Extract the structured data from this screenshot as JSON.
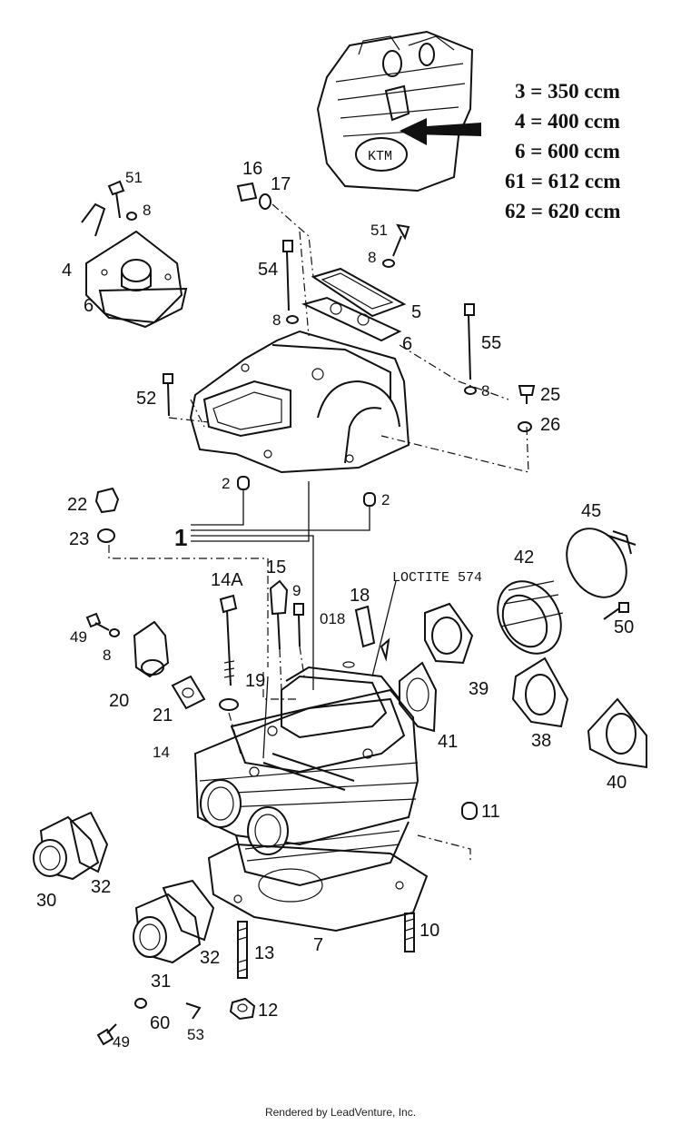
{
  "legend": [
    {
      "code": "3",
      "value": "350 ccm"
    },
    {
      "code": "4",
      "value": "400 ccm"
    },
    {
      "code": "6",
      "value": "600 ccm"
    },
    {
      "code": "61",
      "value": "612 ccm"
    },
    {
      "code": "62",
      "value": "620 ccm"
    }
  ],
  "note": "LOCTITE 574",
  "labels": {
    "p51a": "51",
    "p8a": "8",
    "p4a": "4",
    "p6a": "6",
    "p16": "16",
    "p17": "17",
    "p51b": "51",
    "p8b": "8",
    "p54": "54",
    "p5": "5",
    "p8c": "8",
    "p6b": "6",
    "p55": "55",
    "p8d": "8",
    "p52": "52",
    "p25": "25",
    "p26": "26",
    "p2a": "2",
    "p2b": "2",
    "p22": "22",
    "p23": "23",
    "p1": "1",
    "p45": "45",
    "p42": "42",
    "p14a": "14A",
    "p15": "15",
    "p9": "9",
    "p18": "18",
    "p018": "018",
    "p50": "50",
    "p49a": "49",
    "p8e": "8",
    "p20": "20",
    "p21": "21",
    "p19": "19",
    "p39": "39",
    "p41": "41",
    "p38": "38",
    "p40": "40",
    "p14": "14",
    "p11": "11",
    "p30": "30",
    "p32a": "32",
    "p10": "10",
    "p7": "7",
    "p31": "31",
    "p32b": "32",
    "p13": "13",
    "p60": "60",
    "p53": "53",
    "p12": "12",
    "p49b": "49"
  },
  "footer": "Rendered by LeadVenture, Inc."
}
